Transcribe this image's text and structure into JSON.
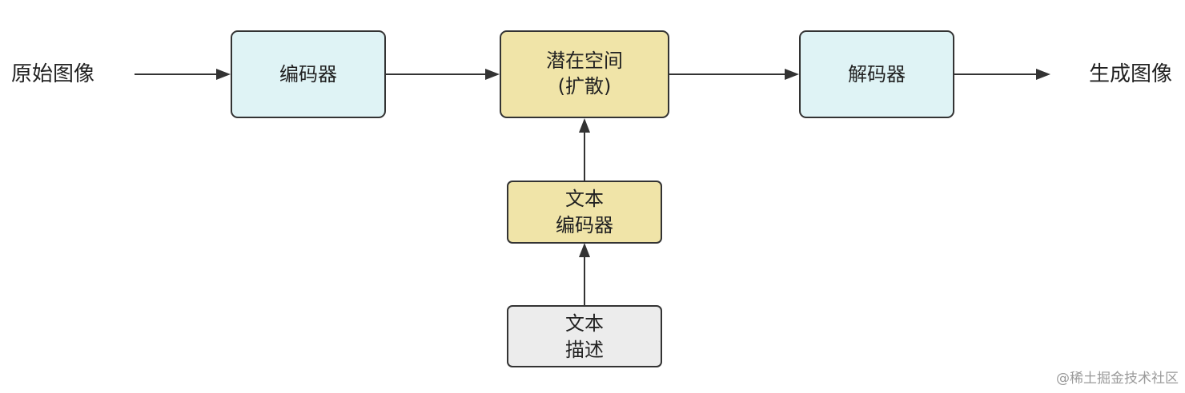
{
  "colors": {
    "blue_fill": "#dff3f5",
    "yellow_fill": "#f0e4a8",
    "gray_fill": "#ececec",
    "stroke": "#333333",
    "text": "#222222",
    "watermark": "#9a9a9a"
  },
  "nodes": {
    "input_image": {
      "label": "原始图像"
    },
    "encoder": {
      "label": "编码器"
    },
    "latent": {
      "label_line1": "潜在空间",
      "label_line2": "(扩散)"
    },
    "decoder": {
      "label": "解码器"
    },
    "output_image": {
      "label": "生成图像"
    },
    "text_encoder": {
      "label_line1": "文本",
      "label_line2": "编码器"
    },
    "text_description": {
      "label_line1": "文本",
      "label_line2": "描述"
    }
  },
  "edges": [
    {
      "from": "原始图像",
      "to": "编码器"
    },
    {
      "from": "编码器",
      "to": "潜在空间 (扩散)"
    },
    {
      "from": "潜在空间 (扩散)",
      "to": "解码器"
    },
    {
      "from": "解码器",
      "to": "生成图像"
    },
    {
      "from": "文本 描述",
      "to": "文本 编码器"
    },
    {
      "from": "文本 编码器",
      "to": "潜在空间 (扩散)"
    }
  ],
  "watermark": "@稀土掘金技术社区"
}
